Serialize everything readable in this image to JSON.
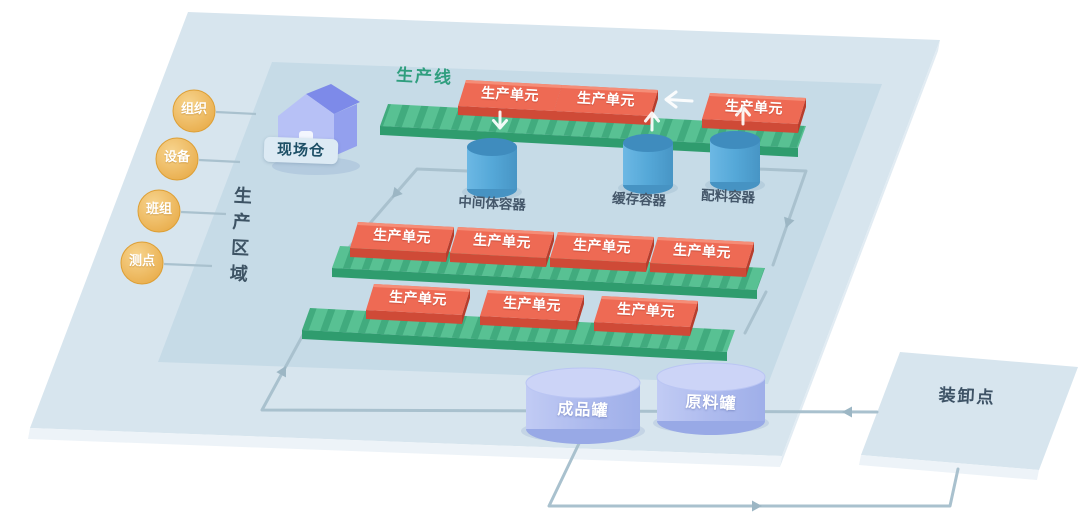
{
  "badges": [
    {
      "label": "组织"
    },
    {
      "label": "设备"
    },
    {
      "label": "班组"
    },
    {
      "label": "测点"
    }
  ],
  "production_area": {
    "label": "生产区域"
  },
  "production_line": {
    "label": "生产线"
  },
  "warehouse": {
    "label": "现场仓"
  },
  "production_units": {
    "label": "生产单元",
    "count": 10,
    "rows": [
      3,
      4,
      3
    ]
  },
  "containers": [
    {
      "label": "中间体容器"
    },
    {
      "label": "缓存容器"
    },
    {
      "label": "配料容器"
    }
  ],
  "tanks": [
    {
      "label": "成品罐"
    },
    {
      "label": "原料罐"
    }
  ],
  "dock": {
    "label": "装卸点"
  },
  "colors": {
    "platform": "#d7e5ee",
    "inner_platform": "#c6dbe7",
    "conveyor": "#58c193",
    "unit_box": "#ee6a54",
    "container_cylinder": "#55a8d8",
    "tank_cylinder": "#aebbee",
    "badge": "#ecb054",
    "pipe": "#a9c1ce",
    "house": "#b7c1f6",
    "label_text": "#45586b",
    "line_label": "#2f9e7e"
  }
}
